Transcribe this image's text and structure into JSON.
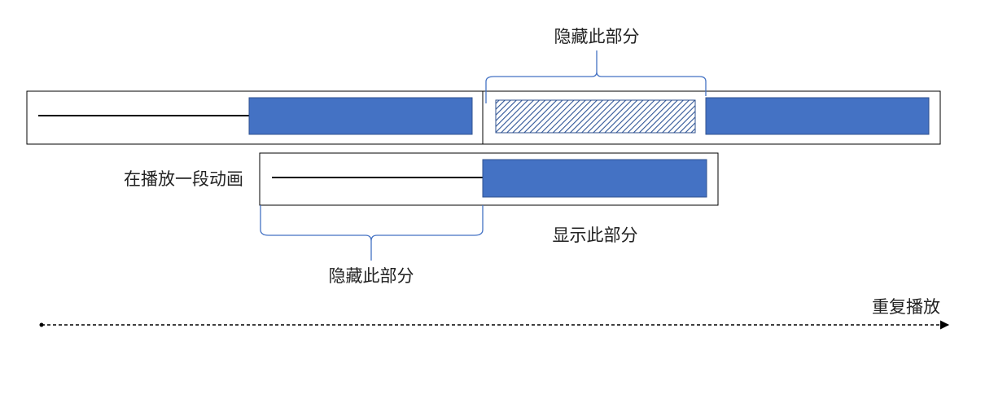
{
  "labels": {
    "top_hidden": "隐藏此部分",
    "playing_animation": "在播放一段动画",
    "show_part": "显示此部分",
    "bottom_hidden": "隐藏此部分",
    "repeat_play": "重复播放"
  },
  "colors": {
    "block_fill": "#4472c4",
    "block_stroke": "#2f528f",
    "brace": "#4472c4",
    "outline": "#000000",
    "hatch": "#2f5597"
  }
}
